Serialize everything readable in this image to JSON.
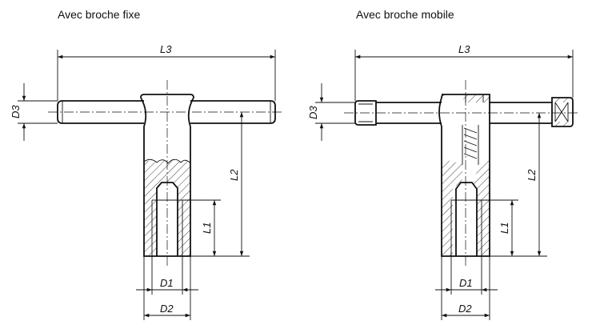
{
  "captions": {
    "fixed": "Avec broche fixe",
    "mobile": "Avec broche mobile"
  },
  "dimensions": {
    "L3": "L3",
    "L2": "L2",
    "L1": "L1",
    "D1": "D1",
    "D2": "D2",
    "D3": "D3"
  }
}
